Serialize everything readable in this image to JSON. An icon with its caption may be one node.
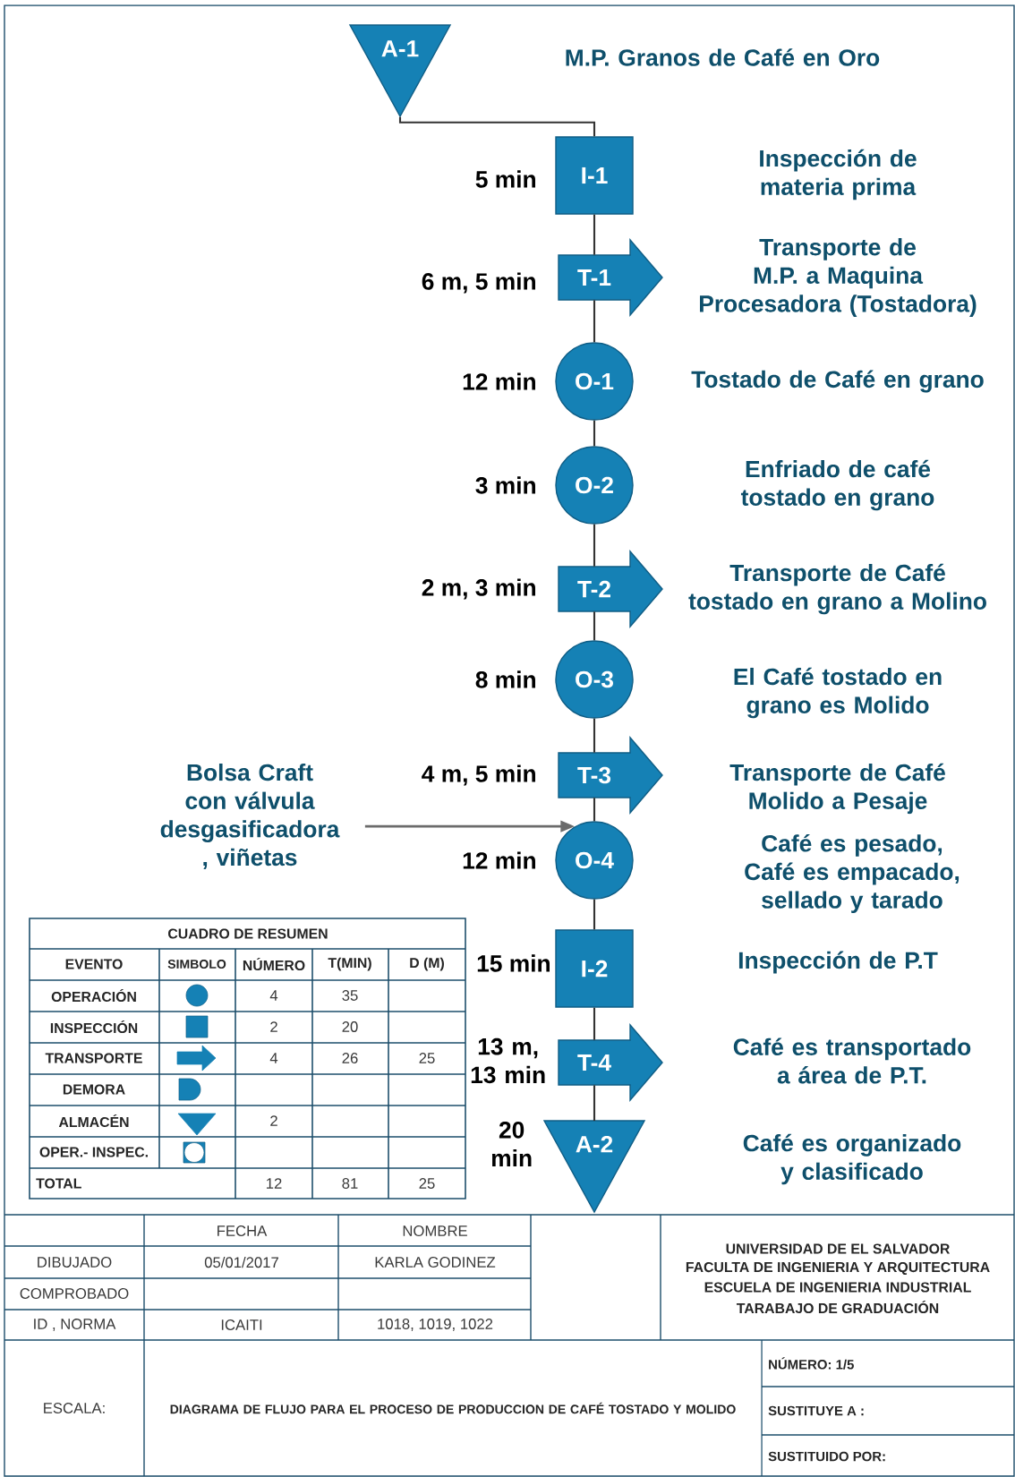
{
  "diagram": {
    "nodes": [
      {
        "text": [
          "A-1"
        ]
      },
      {
        "text": [
          "I-1"
        ],
        "beside": [
          "5 min"
        ]
      },
      {
        "text": [
          "T-1"
        ],
        "beside": [
          "6 m, 5 min"
        ]
      },
      {
        "text": [
          "O-1"
        ],
        "beside": [
          "12 min"
        ]
      },
      {
        "text": [
          "O-2"
        ],
        "beside": [
          "3 min"
        ]
      },
      {
        "text": [
          "T-2"
        ],
        "beside": [
          "2 m, 3 min"
        ]
      },
      {
        "text": [
          "O-3"
        ],
        "beside": [
          "8 min"
        ]
      },
      {
        "text": [
          "T-3"
        ],
        "beside": [
          "4 m, 5 min"
        ]
      },
      {
        "text": [
          "O-4"
        ],
        "beside": [
          "12 min"
        ]
      },
      {
        "text": [
          "I-2"
        ],
        "beside": [
          "15 min"
        ]
      },
      {
        "text": [
          "T-4"
        ],
        "beside": [
          "13 m, 13 min"
        ]
      },
      {
        "text": [
          "A-2"
        ],
        "beside": [
          "20 min"
        ]
      },
      {
        "text": [
          "Bolsa Craft con válvula desgasificadora , viñetas"
        ]
      }
    ],
    "edges": [
      {
        "from": 0,
        "to": 1,
        "arrow": "none"
      },
      {
        "from": 1,
        "to": 2,
        "arrow": "none"
      },
      {
        "from": 2,
        "to": 3,
        "arrow": "none"
      },
      {
        "from": 3,
        "to": 4,
        "arrow": "none"
      },
      {
        "from": 4,
        "to": 5,
        "arrow": "none"
      },
      {
        "from": 5,
        "to": 6,
        "arrow": "none"
      },
      {
        "from": 6,
        "to": 7,
        "arrow": "none"
      },
      {
        "from": 7,
        "to": 8,
        "arrow": "none"
      },
      {
        "from": 8,
        "to": 9,
        "arrow": "none"
      },
      {
        "from": 9,
        "to": 10,
        "arrow": "none"
      },
      {
        "from": 10,
        "to": 11,
        "arrow": "none"
      },
      {
        "from": 12,
        "to": 8,
        "arrow": "to",
        "color": "#6b6b6b"
      }
    ],
    "labels": [
      "M.P. Granos de Café en Oro",
      "Inspección de materia prima",
      "Transporte de M.P. a Maquina Procesadora (Tostadora)",
      "Tostado de Café en grano",
      "Enfriado de café tostado en grano",
      "Transporte de Café tostado en grano a Molino",
      "El Café tostado en grano es Molido",
      "Transporte de Café Molido a Pesaje",
      "Café es pesado, Café es empacado, sellado y tarado",
      "Inspección de P.T",
      "Café es transportado a área de P.T.",
      "Café es organizado y clasificado",
      "CUADRO DE RESUMEN",
      "EVENTO",
      "SIMBOLO",
      "NÚMERO",
      "T(MIN)",
      "D (M)",
      "OPERACIÓN",
      "4",
      "35",
      "INSPECCIÓN",
      "2",
      "20",
      "TRANSPORTE",
      "4",
      "26",
      "25",
      "DEMORA",
      "ALMACÉN",
      "2",
      "OPER.- INSPEC.",
      "TOTAL",
      "12",
      "81",
      "25",
      "FECHA",
      "NOMBRE",
      "DIBUJADO",
      "05/01/2017",
      "KARLA GODINEZ",
      "COMPROBADO",
      "ID , NORMA",
      "ICAITI",
      "1018, 1019, 1022",
      "UNIVERSIDAD DE EL SALVADOR",
      "FACULTA DE INGENIERIA Y ARQUITECTURA",
      "ESCUELA DE INGENIERIA INDUSTRIAL",
      "TARABAJO DE GRADUACIÓN",
      "ESCALA:",
      "DIAGRAMA DE FLUJO PARA EL PROCESO DE PRODUCCION DE CAFÉ TOSTADO Y MOLIDO",
      "NÚMERO: 1/5",
      "SUSTITUYE A :",
      "SUSTITUIDO POR:"
    ]
  }
}
